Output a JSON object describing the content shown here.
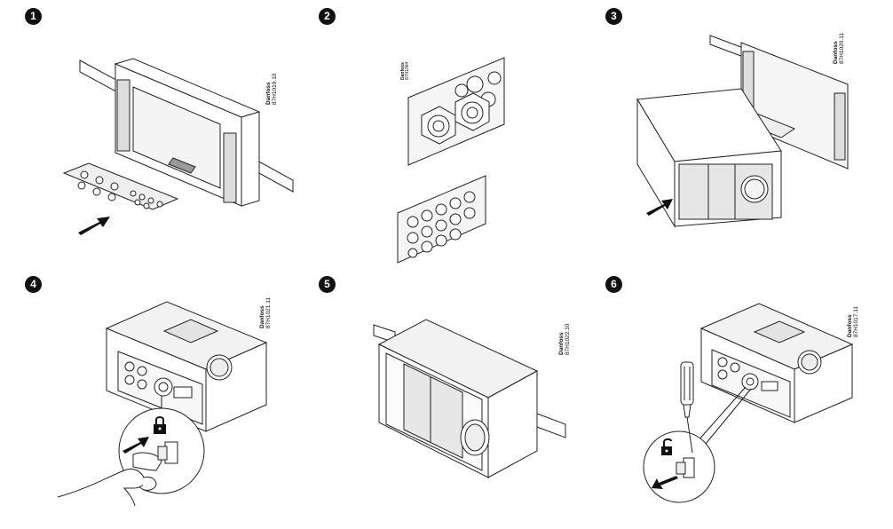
{
  "steps": [
    {
      "number": "1",
      "brand": "Danfoss",
      "code": "87H1019.10"
    },
    {
      "number": "2",
      "brand": "Danfoss",
      "code": "87H1064"
    },
    {
      "number": "3",
      "brand": "Danfoss",
      "code": "87H1020.11"
    },
    {
      "number": "4",
      "brand": "Danfoss",
      "code": "87H1021.11"
    },
    {
      "number": "5",
      "brand": "Danfoss",
      "code": "87H1022.10"
    },
    {
      "number": "6",
      "brand": "Danfoss",
      "code": "87H1017.11"
    }
  ],
  "icons": {
    "arrow": "push-arrow-icon",
    "lock": "padlock-icon",
    "unlock": "open-padlock-icon",
    "screwdriver": "screwdriver-icon",
    "hand": "hand-icon"
  }
}
